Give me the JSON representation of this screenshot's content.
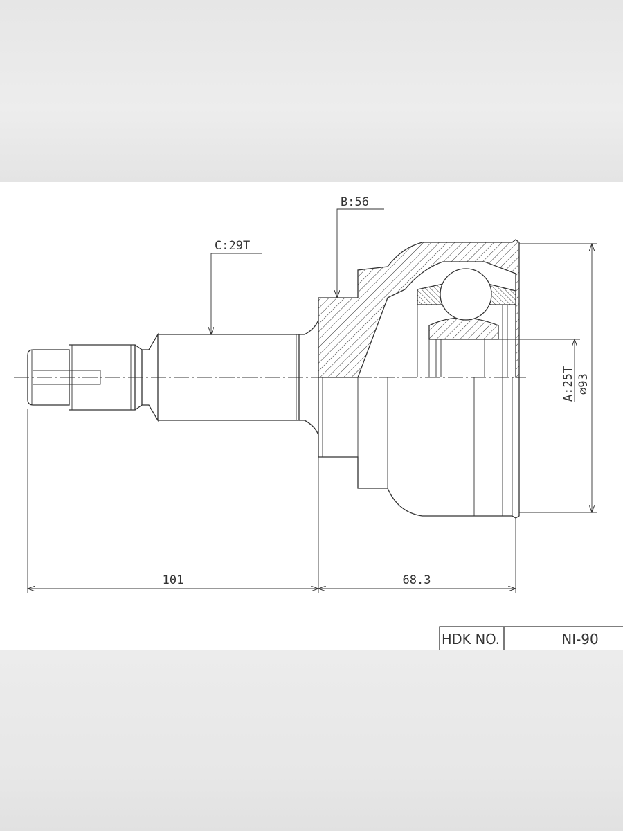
{
  "drawing": {
    "callouts": {
      "b_label": "B:56",
      "c_label": "C:29T",
      "a_label": "A:25T",
      "diameter_label": "⌀93"
    },
    "dimensions": {
      "shaft_length": "101",
      "joint_length": "68.3"
    },
    "title_block": {
      "header": "HDK NO.",
      "part_number": "NI-90"
    }
  }
}
